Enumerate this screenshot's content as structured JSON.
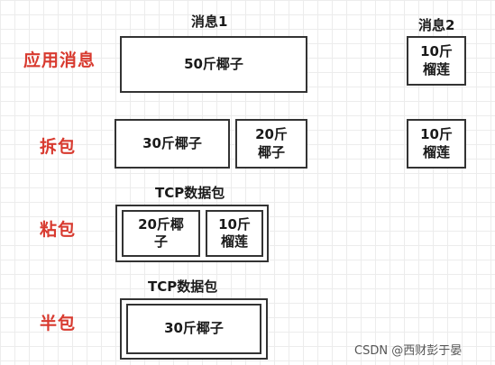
{
  "row_labels": {
    "app_message": "应用消息",
    "split_packet": "拆包",
    "sticky_packet": "粘包",
    "half_packet": "半包"
  },
  "captions": {
    "message1": "消息1",
    "message2": "消息2",
    "tcp_packet_sticky": "TCP数据包",
    "tcp_packet_half": "TCP数据包"
  },
  "boxes": {
    "app_msg1": "50斤椰子",
    "app_msg2_line1": "10斤",
    "app_msg2_line2": "榴莲",
    "split_part1": "30斤椰子",
    "split_part2_line1": "20斤",
    "split_part2_line2": "椰子",
    "split_msg2_line1": "10斤",
    "split_msg2_line2": "榴莲",
    "sticky_part1_line1": "20斤椰",
    "sticky_part1_line2": "子",
    "sticky_part2_line1": "10斤",
    "sticky_part2_line2": "榴莲",
    "half_part": "30斤椰子"
  },
  "watermark": "CSDN @西财彭于晏"
}
